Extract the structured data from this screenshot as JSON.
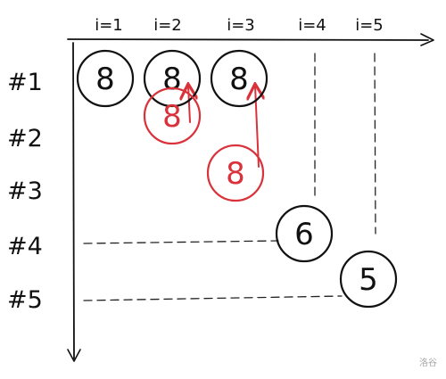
{
  "columns": [
    "i=1",
    "i=2",
    "i=3",
    "i=4",
    "i=5"
  ],
  "rows": [
    "#1",
    "#2",
    "#3",
    "#4",
    "#5"
  ],
  "nodes": [
    {
      "label": "8",
      "row": 1,
      "col": 1,
      "style": "black"
    },
    {
      "label": "8",
      "row": 1,
      "col": 2,
      "style": "black"
    },
    {
      "label": "8",
      "row": 1,
      "col": 3,
      "style": "black"
    },
    {
      "label": "8",
      "row": 2,
      "col": 2,
      "style": "red"
    },
    {
      "label": "8",
      "row": 3,
      "col": 3,
      "style": "red"
    },
    {
      "label": "6",
      "row": 4,
      "col": 4,
      "style": "black"
    },
    {
      "label": "5",
      "row": 5,
      "col": 5,
      "style": "black"
    }
  ],
  "arrows": [
    {
      "from": {
        "row": 2,
        "col": 2
      },
      "to": {
        "row": 1,
        "col": 2
      },
      "color": "red"
    },
    {
      "from": {
        "row": 3,
        "col": 3
      },
      "to": {
        "row": 1,
        "col": 3
      },
      "color": "red"
    }
  ],
  "colors": {
    "ink": "#111111",
    "highlight": "#d9323a",
    "watermark": "#a7a7a7"
  },
  "watermark": "洛谷"
}
